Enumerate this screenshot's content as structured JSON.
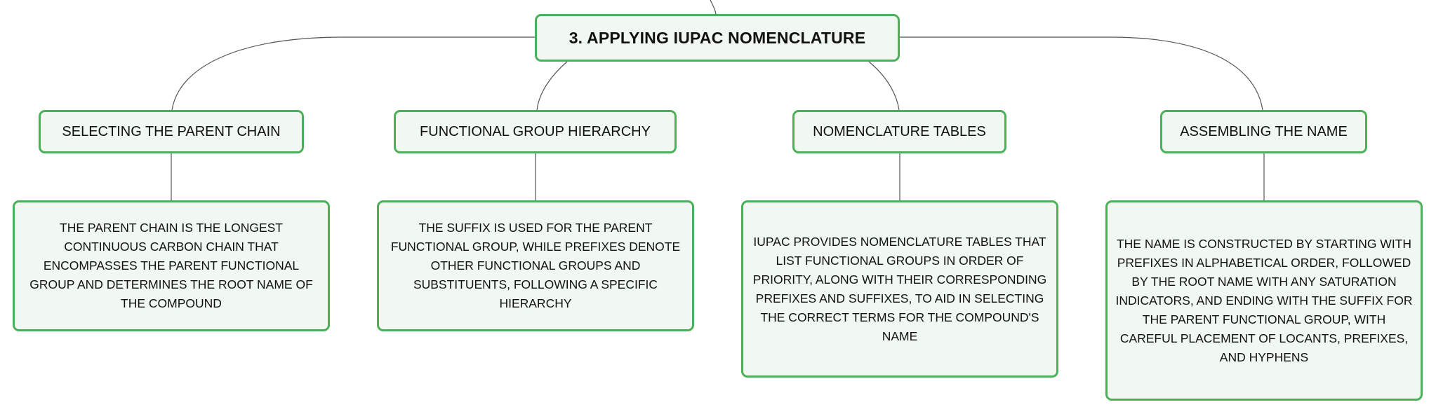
{
  "diagram": {
    "root": {
      "label": "3. APPLYING IUPAC NOMENCLATURE"
    },
    "branches": [
      {
        "label": "SELECTING THE PARENT CHAIN",
        "detail": "THE PARENT CHAIN IS THE LONGEST CONTINUOUS CARBON CHAIN THAT ENCOMPASSES THE PARENT FUNCTIONAL GROUP AND DETERMINES THE ROOT NAME OF THE COMPOUND"
      },
      {
        "label": "FUNCTIONAL GROUP HIERARCHY",
        "detail": "THE SUFFIX IS USED FOR THE PARENT FUNCTIONAL GROUP, WHILE PREFIXES DENOTE OTHER FUNCTIONAL GROUPS AND SUBSTITUENTS, FOLLOWING A SPECIFIC HIERARCHY"
      },
      {
        "label": "NOMENCLATURE TABLES",
        "detail": "IUPAC PROVIDES NOMENCLATURE TABLES THAT LIST FUNCTIONAL GROUPS IN ORDER OF PRIORITY, ALONG WITH THEIR CORRESPONDING PREFIXES AND SUFFIXES, TO AID IN SELECTING THE CORRECT TERMS FOR THE COMPOUND'S NAME"
      },
      {
        "label": "ASSEMBLING THE NAME",
        "detail": "THE NAME IS CONSTRUCTED BY STARTING WITH PREFIXES IN ALPHABETICAL ORDER, FOLLOWED BY THE ROOT NAME WITH ANY SATURATION INDICATORS, AND ENDING WITH THE SUFFIX FOR THE PARENT FUNCTIONAL GROUP, WITH CAREFUL PLACEMENT OF LOCANTS, PREFIXES, AND HYPHENS"
      }
    ]
  },
  "colors": {
    "node_border": "#4caf5a",
    "node_fill": "#f1f8f2",
    "connector": "#555555",
    "text": "#111111"
  }
}
